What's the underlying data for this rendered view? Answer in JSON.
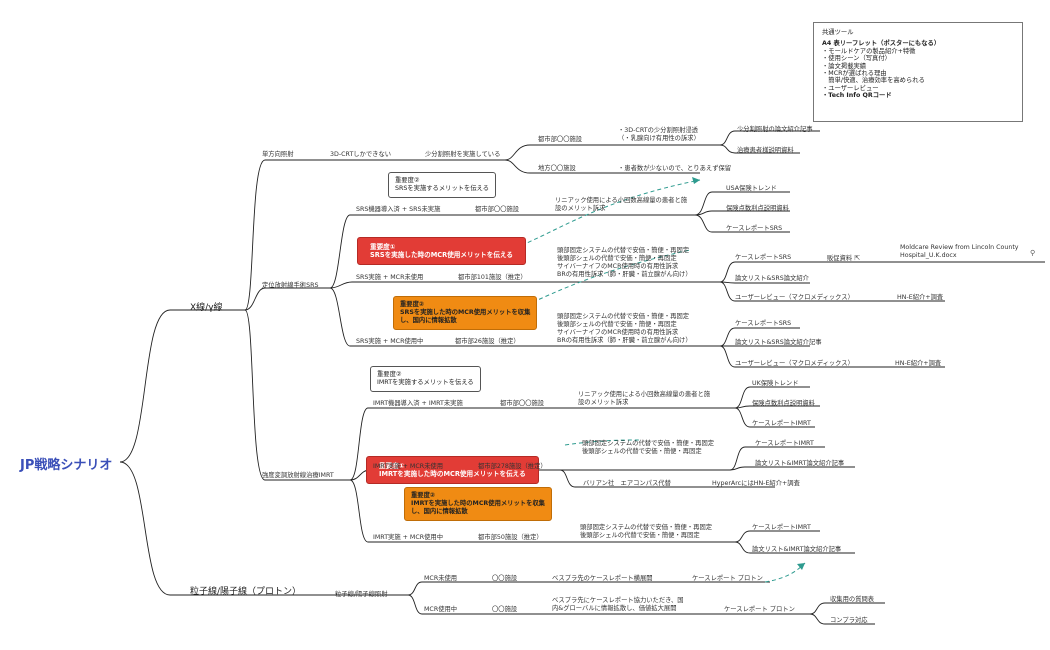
{
  "root": "JP戦略シナリオ",
  "xray": {
    "label": "X線/γ線",
    "single": {
      "label": "単方向照射",
      "crt_only": "3D-CRTしかできない",
      "few_fraction": "少分割照射を実施している",
      "metro_facility": "都市部〇〇施設",
      "crt_note": "・3D-CRTの少分割照射浸透\n（・乳腺向け有用性の訴求）",
      "leaf_paper": "少分割照射の論文紹介記事",
      "leaf_patient": "治療患者様説明資料",
      "rural_facility": "地方〇〇施設",
      "rural_note": "・患者数が少ないので、とりあえず保留"
    },
    "srs": {
      "label": "定位放射線手術SRS",
      "box_importance": "重要度②\nSRSを実施するメリットを伝える",
      "no_intro": "SRS機器導入済 + SRS未実施",
      "no_intro_facility": "都市部〇〇施設",
      "linac_note": "リニアック使用による小回数高線量の患者と施\n設のメリット訴求",
      "leaf_usa": "USA保険トレンド",
      "leaf_points": "保険点数利点説明資料",
      "leaf_case1": "ケースレポートSRS",
      "red_box": "重要度①\nSRSを実施した時のMCR使用メリットを伝える",
      "no_mcr": "SRS実施 + MCR未使用",
      "no_mcr_facility": "都市部101施設（推定）",
      "no_mcr_notes": "頭部固定システムの代替で安価・簡便・再固定\n後頭部シェルの代替で安価・簡便・再固定\nサイバーナイフのMCR使用時の有用性訴求\nBRの有用性訴求（肺・肝臓・前立腺がん向け）",
      "leaf_case2": "ケースレポートSRS",
      "sales_material": "販促資料",
      "attachment": "Moldcare Review from Lincoln County\nHospital_U.K.docx",
      "leaf_paper2": "論文リスト&SRS論文紹介",
      "leaf_user_review": "ユーザーレビュー（マクロメディックス）",
      "hn_intro": "HN-E紹介+調査",
      "orange_box": "重要度②\nSRSを実施した時のMCR使用メリットを収集\nし、国内に情報拡散",
      "using_mcr": "SRS実施 + MCR使用中",
      "using_mcr_facility": "都市部26施設（推定）",
      "using_mcr_notes": "頭部固定システムの代替で安価・簡便・再固定\n後頭部シェルの代替で安価・簡便・再固定\nサイバーナイフのMCR使用時の有用性訴求\nBRの有用性訴求（肺・肝臓・前立腺がん向け）",
      "leaf_case3": "ケースレポートSRS",
      "leaf_paper3": "論文リスト&SRS論文紹介記事",
      "leaf_user_review2": "ユーザーレビュー（マクロメディックス）",
      "hn_intro2": "HN-E紹介+調査"
    },
    "imrt": {
      "label": "強度変調放射線治療IMRT",
      "box_importance": "重要度②\nIMRTを実施するメリットを伝える",
      "no_intro": "IMRT機器導入済 + IMRT未実施",
      "no_intro_facility": "都市部〇〇施設",
      "linac_note": "リニアック使用による小回数高線量の患者と施\n設のメリット訴求",
      "leaf_uk": "UK保険トレンド",
      "leaf_points": "保険点数利点説明資料",
      "leaf_case1": "ケースレポートIMRT",
      "red_box": "重要度①\nIMRTを実施した時のMCR使用メリットを伝える",
      "no_mcr": "IMRT実施 + MCR未使用",
      "no_mcr_facility": "都市部278施設（推定）",
      "no_mcr_notes": "頭部固定システムの代替で安価・簡便・再固定\n後頭部シェルの代替で安価・簡便・再固定",
      "leaf_case2": "ケースレポートIMRT",
      "leaf_paper2": "論文リスト&IMRT論文紹介記事",
      "varian": "バリアン社　エアコンパス代替",
      "hyperarc": "HyperArcにはHN-E紹介+調査",
      "orange_box": "重要度②\nIMRTを実施した時のMCR使用メリットを収集\nし、国内に情報拡散",
      "using_mcr": "IMRT実施 + MCR使用中",
      "using_mcr_facility": "都市部50施設（推定）",
      "using_mcr_notes": "頭部固定システムの代替で安価・簡便・再固定\n後頭部シェルの代替で安価・簡便・再固定",
      "leaf_case3": "ケースレポートIMRT",
      "leaf_paper3": "論文リスト&IMRT論文紹介記事"
    }
  },
  "particle": {
    "label": "粒子線/陽子線（プロトン）",
    "sub": "粒子線/陽子線照射",
    "no_mcr": "MCR未使用",
    "no_mcr_facility": "〇〇施設",
    "no_mcr_note": "ベスプラ先のケースレポート横展開",
    "no_mcr_leaf": "ケースレポート プロトン",
    "using_mcr": "MCR使用中",
    "using_mcr_facility": "〇〇施設",
    "using_mcr_note": "ベスプラ先にケースレポート協力いただき、国\n内&グローバルに情報拡散し、価値拡大展開",
    "using_mcr_leaf": "ケースレポート プロトン",
    "leaf_question": "収集用の質問表",
    "leaf_compliance": "コンプラ対応"
  },
  "legend": {
    "title": "共通ツール",
    "heading": "A4 表リーフレット（ポスターにもなる）",
    "items": [
      "・モールドケアの製品紹介+特徴",
      "・使用シーン（写真付）",
      "・論文掲載実績",
      "・MCRが選ばれる理由",
      "　簡単/快適、治療効率を高められる",
      "・ユーザーレビュー"
    ],
    "last": "・Tech Info QRコード"
  }
}
